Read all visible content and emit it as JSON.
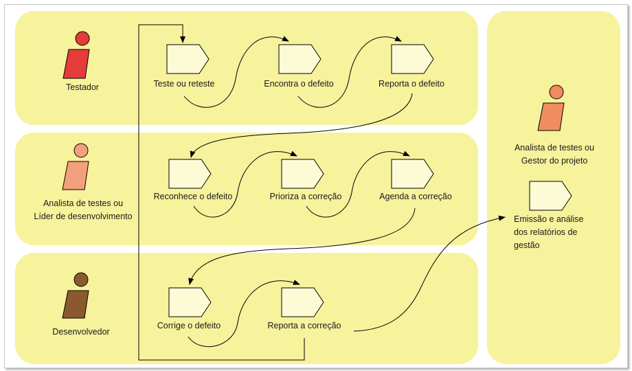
{
  "colors": {
    "lane_fill": "#f7f29c",
    "step_fill": "#fdfbd6",
    "testador": "#e53b3b",
    "analista_lider": "#f4a07c",
    "desenvolvedor": "#8a5a2e",
    "analista_gestor": "#f08c5e"
  },
  "lanes": [
    {
      "actor_label": "Testador",
      "actor_icon": "person-icon"
    },
    {
      "actor_label": "Analista de testes ou\nLíder de desenvolvimento",
      "actor_icon": "person-icon"
    },
    {
      "actor_label": "Desenvolvedor",
      "actor_icon": "person-icon"
    }
  ],
  "steps": {
    "teste": "Teste ou reteste",
    "encontra": "Encontra o defeito",
    "reporta_defeito": "Reporta o defeito",
    "reconhece": "Reconhece o defeito",
    "prioriza": "Prioriza a correção",
    "agenda": "Agenda a correção",
    "corrige": "Corrige o defeito",
    "reporta_correcao": "Reporta a correção"
  },
  "side_panel": {
    "actor_label": "Analista de testes ou\nGestor do projeto",
    "step_label": "Emissão e análise\ndos relatórios de\ngestão"
  }
}
